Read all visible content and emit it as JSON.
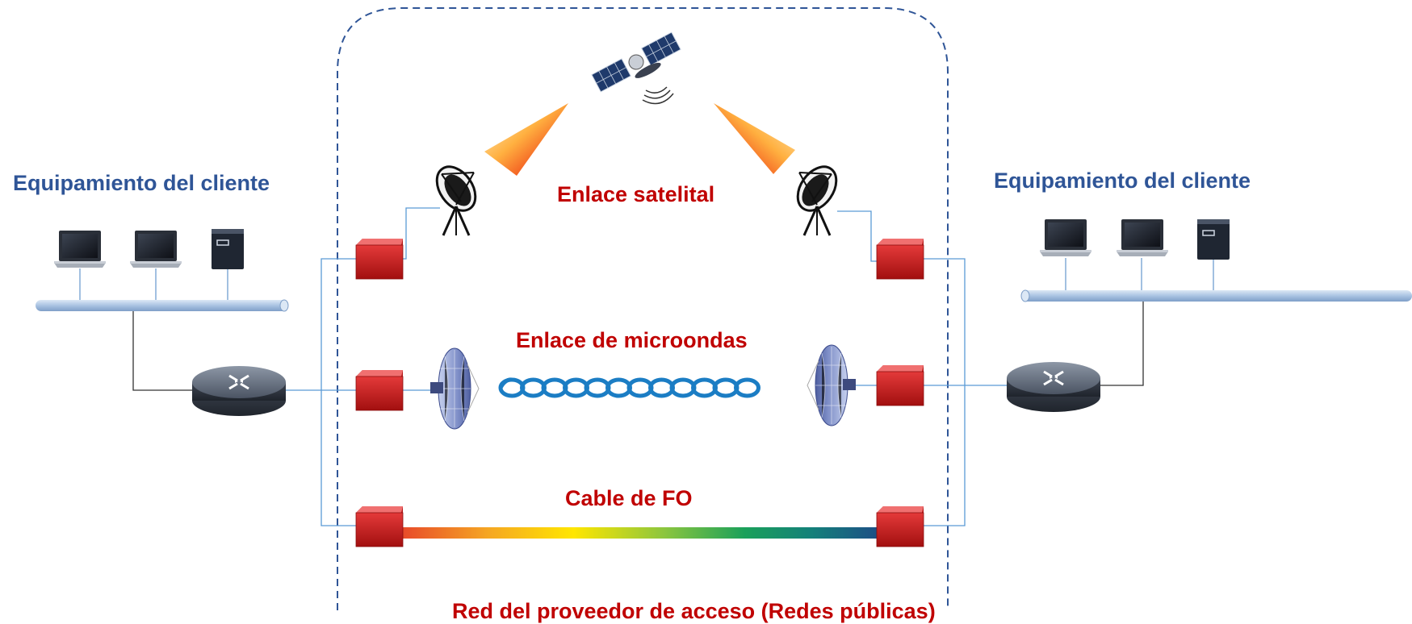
{
  "left_client": {
    "title": "Equipamiento del cliente"
  },
  "right_client": {
    "title": "Equipamiento del cliente"
  },
  "links": {
    "satellite": "Enlace satelital",
    "microwave": "Enlace de microondas",
    "fiber": "Cable de FO"
  },
  "bottom_partial": "Red del proveedor de acceso (Redes públicas)",
  "colors": {
    "client_title": "#2f5597",
    "link_title": "#c00000",
    "provider_box": "#cc1f1f",
    "boundary": "#2f5597",
    "bus": "#b7cde6",
    "wire": "#2e75b6"
  },
  "icons": [
    "satellite-icon",
    "dish-antenna-icon",
    "microwave-antenna-icon",
    "laptop-icon",
    "server-icon",
    "router-icon",
    "multiplexer-box-icon",
    "signal-wave-icon"
  ]
}
